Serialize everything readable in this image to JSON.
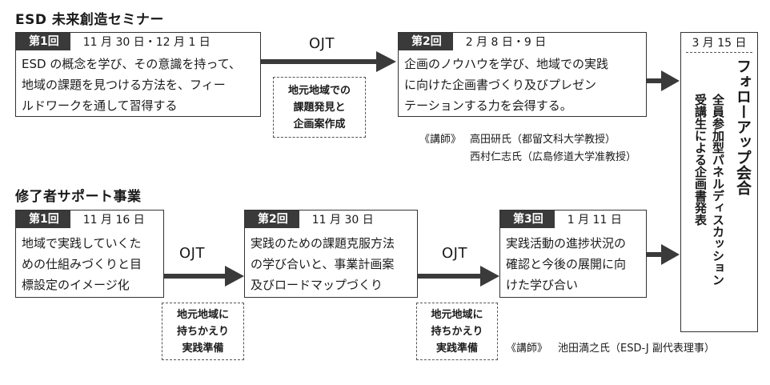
{
  "sections": {
    "seminar_title": "ESD 未来創造セミナー",
    "support_title": "修了者サポート事業"
  },
  "seminar": {
    "session1": {
      "badge": "第1回",
      "date": "11 月 30 日・12 月 1 日",
      "lines": [
        "ESD の概念を学び、その意識を持って、",
        "地域の課題を見つける方法を、フィー",
        "ルドワークを通して習得する"
      ]
    },
    "ojt": "OJT",
    "ojt_note": [
      "地元地域での",
      "課題発見と",
      "企画案作成"
    ],
    "session2": {
      "badge": "第2回",
      "date": "2 月 8 日・9 日",
      "lines": [
        "企画のノウハウを学び、地域での実践",
        "に向けた企画書づくり及びプレゼン",
        "テーションする力を会得する。"
      ]
    },
    "lecturers": {
      "label": "《講師》",
      "names": [
        "高田研氏（都留文科大学教授）",
        "西村仁志氏（広島修道大学准教授）"
      ]
    }
  },
  "support": {
    "session1": {
      "badge": "第1回",
      "date": "11 月 16 日",
      "lines": [
        "地域で実践していくた",
        "めの仕組みづくりと目",
        "標設定のイメージ化"
      ]
    },
    "ojt1": "OJT",
    "ojt1_note": [
      "地元地域に",
      "持ちかえり",
      "実践準備"
    ],
    "session2": {
      "badge": "第2回",
      "date": "11 月 30 日",
      "lines": [
        "実践のための課題克服方法",
        "の学び合いと、事業計画案",
        "及びロードマップづくり"
      ]
    },
    "ojt2": "OJT",
    "ojt2_note": [
      "地元地域に",
      "持ちかえり",
      "実践準備"
    ],
    "session3": {
      "badge": "第3回",
      "date": "1 月 11 日",
      "lines": [
        "実践活動の進捗状況の",
        "確認と今後の展開に向",
        "けた学び合い"
      ]
    },
    "lecturer": {
      "label": "《講師》",
      "name": "池田満之氏（ESD-J 副代表理事）"
    }
  },
  "followup": {
    "date": "3 月 15 日",
    "title": "フォローアップ会合",
    "desc1": "全員参加型パネルディスカッション",
    "desc2": "受講生による企画書発表"
  },
  "colors": {
    "badge": "#3a3a3a",
    "arrow": "#3a3a3a",
    "border": "#333333"
  }
}
